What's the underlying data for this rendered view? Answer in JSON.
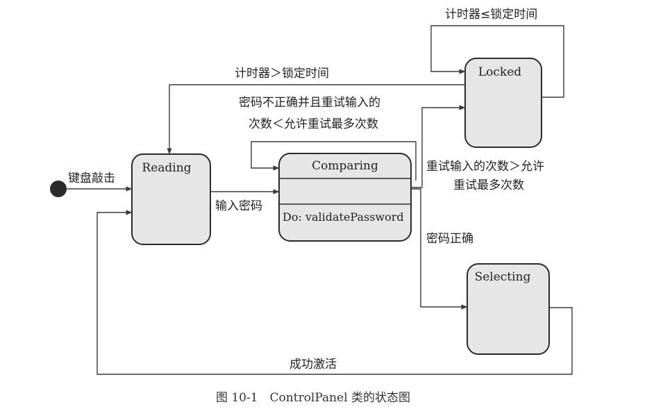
{
  "states": {
    "reading": "Reading",
    "comparing": "Comparing",
    "comparing_activity": "Do: validatePassword",
    "locked": "Locked",
    "selecting": "Selecting"
  },
  "transitions": {
    "keystroke": "键盘敲击",
    "enter_password": "输入密码",
    "retry_line1": "密码不正确并且重试输入的",
    "retry_line2": "次数＜允许重试最多次数",
    "timer_gt": "计时器＞锁定时间",
    "timer_le": "计时器≤锁定时间",
    "too_many_line1": "重试输入的次数＞允许",
    "too_many_line2": "重试最多次数",
    "correct": "密码正确",
    "activated": "成功激活"
  },
  "caption": "图 10-1　ControlPanel 类的状态图"
}
